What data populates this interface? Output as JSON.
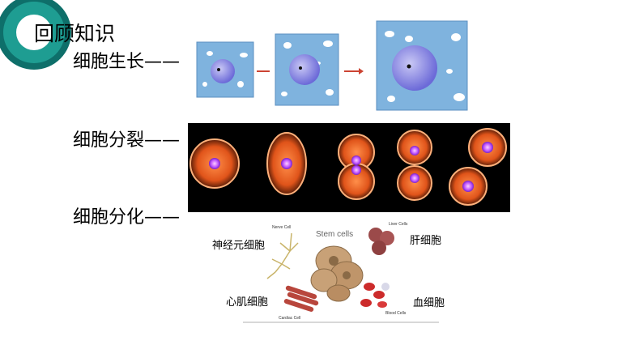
{
  "slide": {
    "title": "回顾知识",
    "colors": {
      "teal": "#1e9d92",
      "dark_teal": "#0e6f6a",
      "cyan": "#36c2b5"
    }
  },
  "rows": {
    "growth": "细胞生长——",
    "division": "细胞分裂——",
    "differentiation": "细胞分化——"
  },
  "figure": {
    "stem_cells_caption": "Stem cells",
    "nerve_cell_caption": "Nerve Cell",
    "liver_cells_caption": "Liver Cells",
    "cardiac_cell_caption": "Cardiac Cell",
    "blood_cells_caption": "Blood Cells"
  },
  "cell_labels": {
    "neuron": "神经元细胞",
    "liver": "肝细胞",
    "heart": "心肌细胞",
    "blood": "血细胞"
  }
}
